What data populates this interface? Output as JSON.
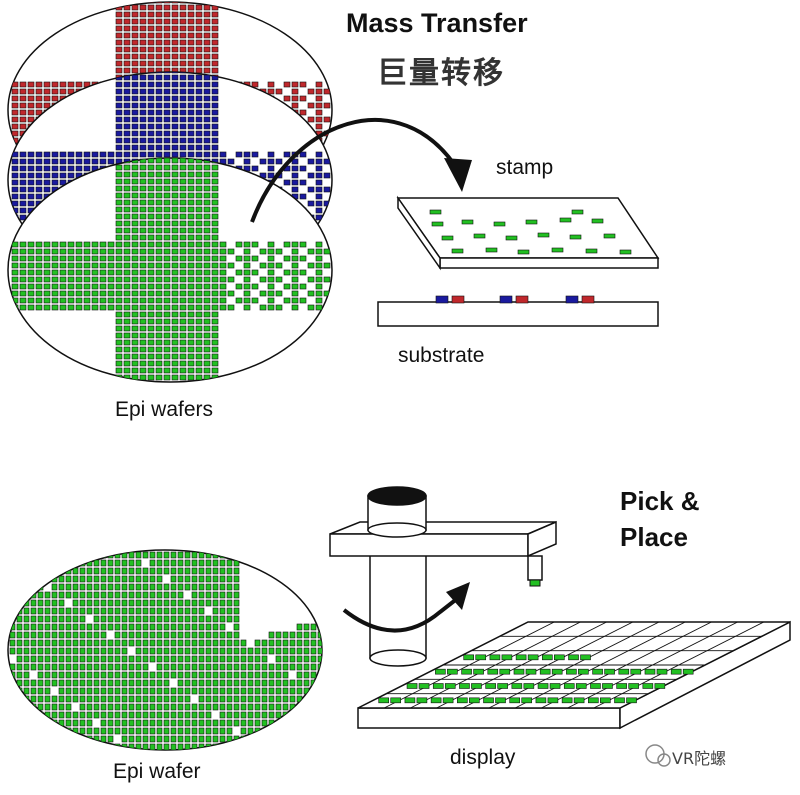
{
  "title": {
    "en": "Mass Transfer",
    "zh": "巨量转移"
  },
  "labels": {
    "stamp": "stamp",
    "substrate": "substrate",
    "epi_wafers": "Epi wafers",
    "pick_place_line1": "Pick &",
    "pick_place_line2": "Place",
    "epi_wafer": "Epi wafer",
    "display": "display"
  },
  "watermark": "VR陀螺",
  "colors": {
    "red_led": "#c0282c",
    "blue_led": "#1a1a9e",
    "green_led": "#22c022",
    "outline": "#111111",
    "glass": "#ffffff"
  },
  "icons": [
    "curved-arrow-icon",
    "rotation-arrow-icon",
    "watermark-logo-icon"
  ]
}
